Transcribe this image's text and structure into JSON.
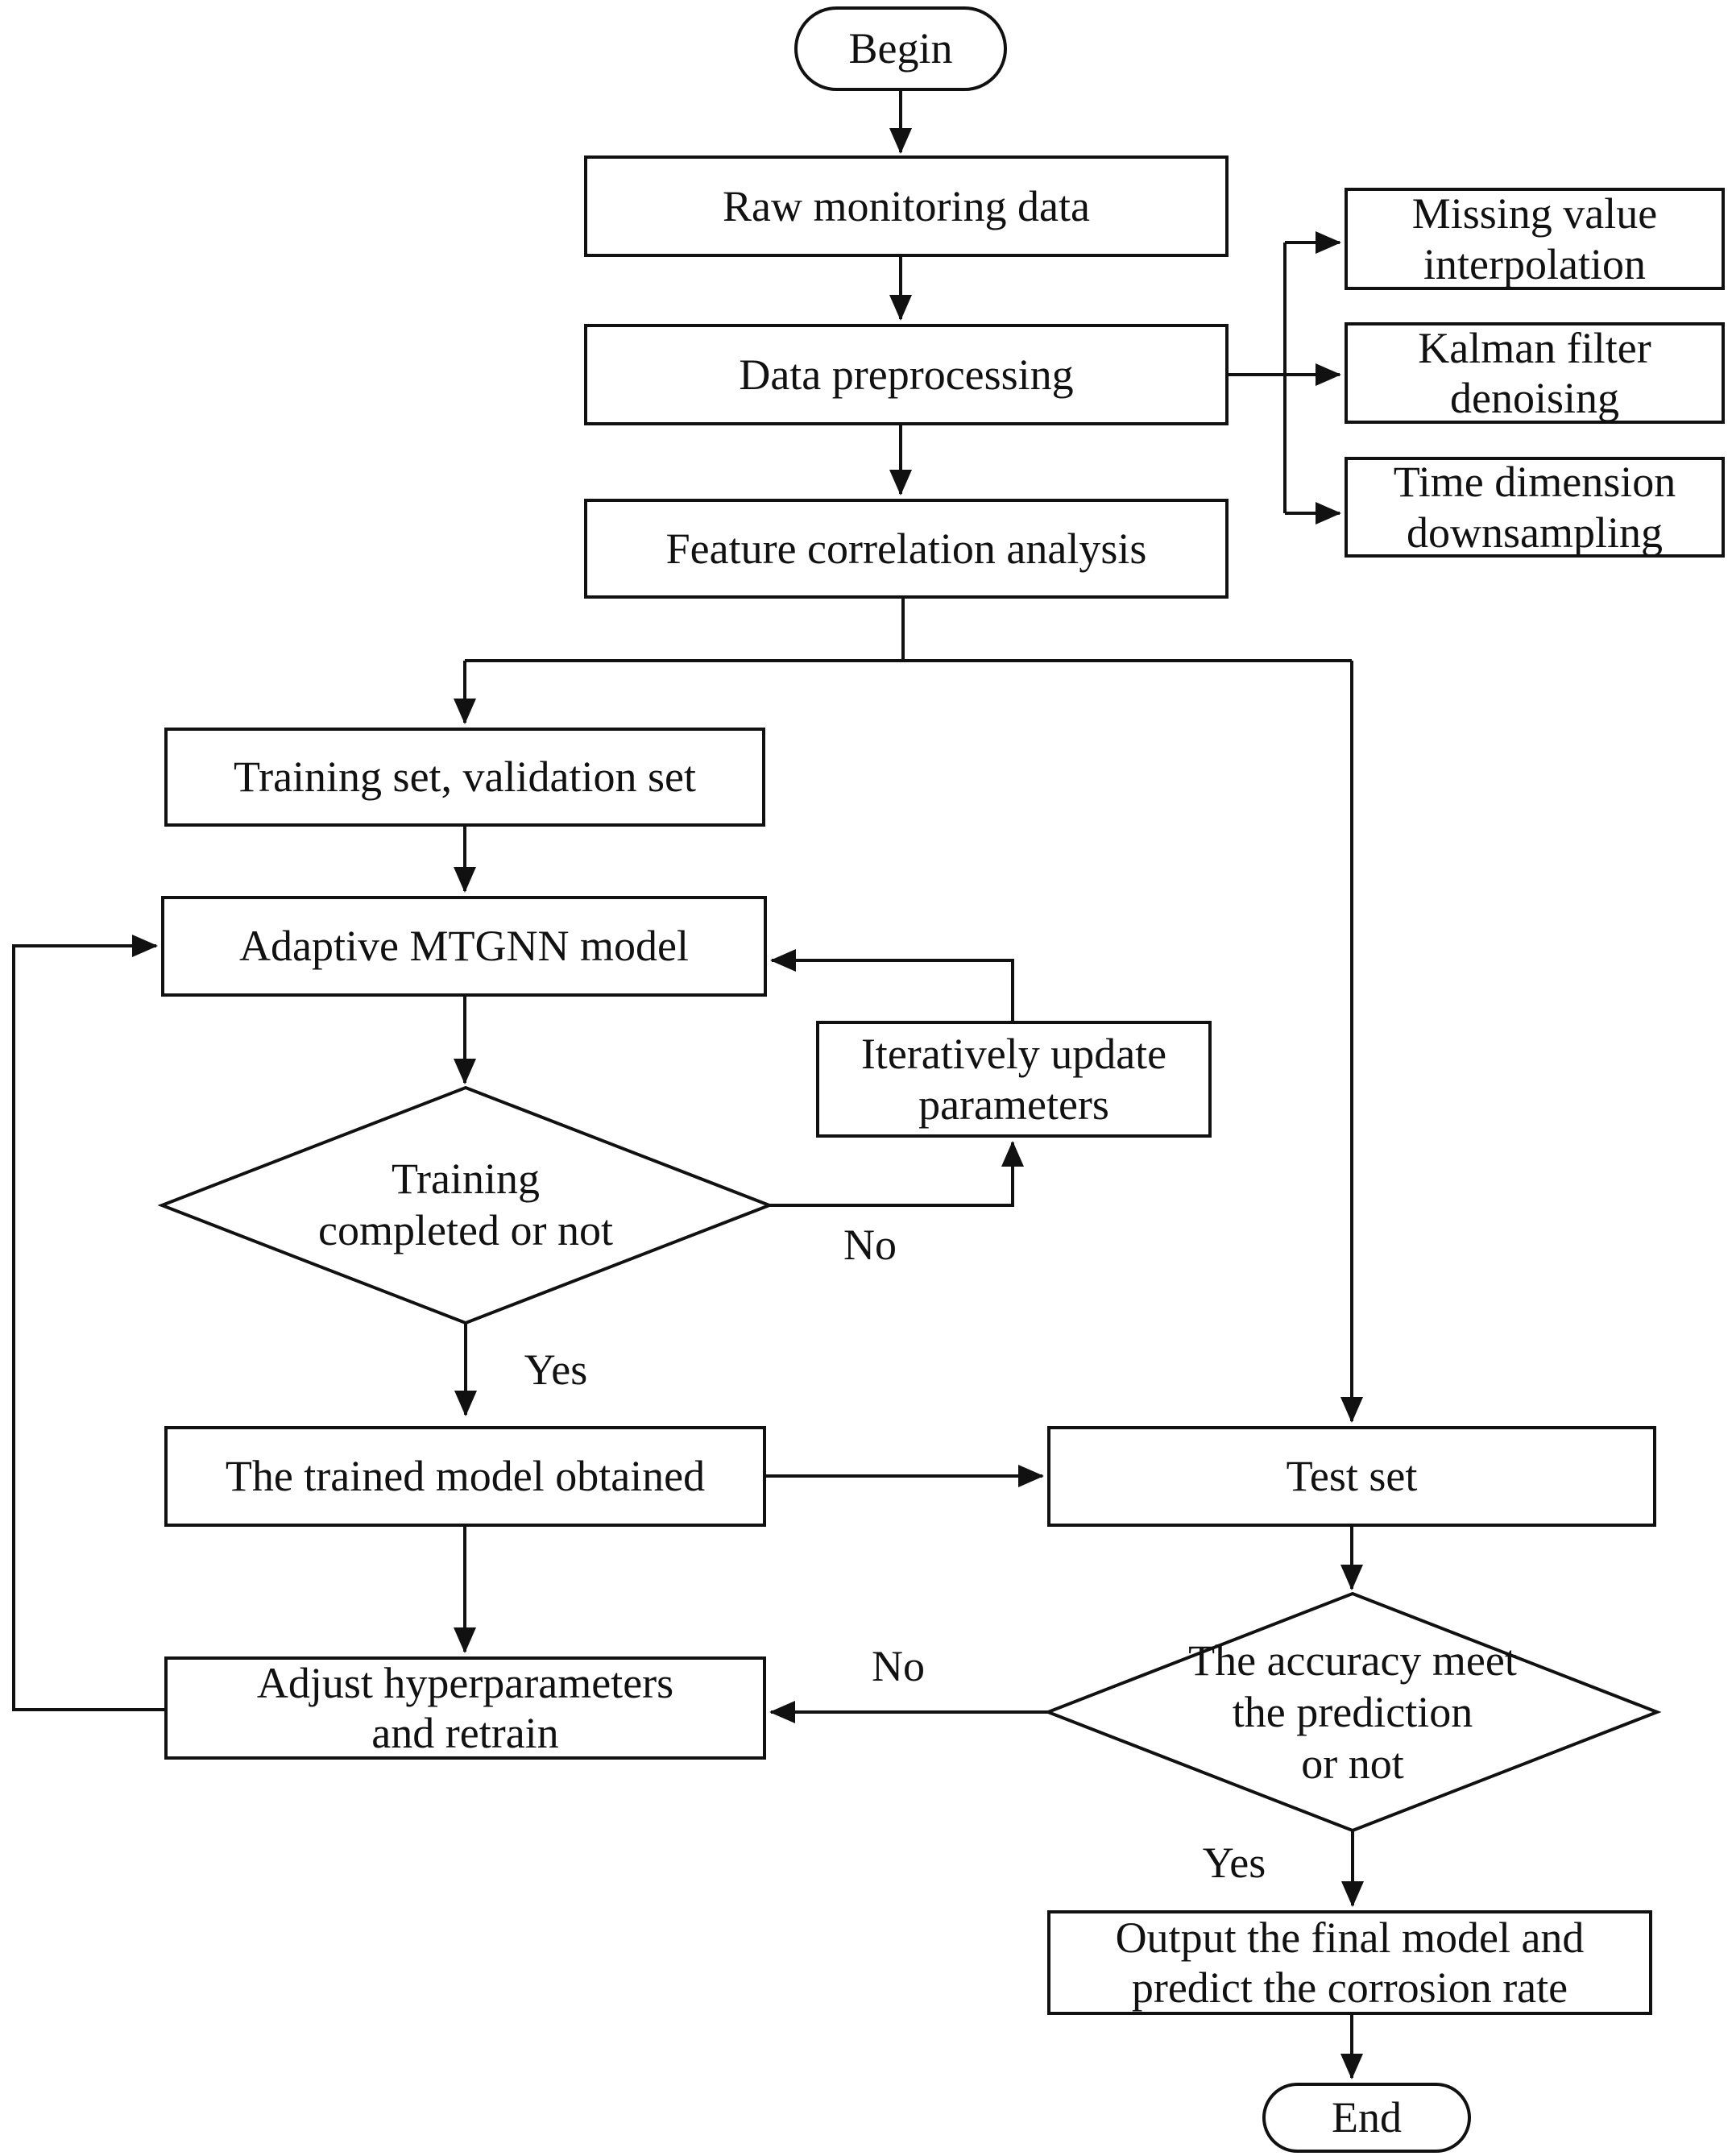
{
  "diagram": {
    "background_color": "#ffffff",
    "line_color": "#111111",
    "nodes": {
      "begin": {
        "type": "terminator",
        "label": "Begin"
      },
      "raw": {
        "type": "process",
        "label": "Raw monitoring data"
      },
      "preprocess": {
        "type": "process",
        "label": "Data preprocessing"
      },
      "missing": {
        "type": "process",
        "label": "Missing value\ninterpolation"
      },
      "kalman": {
        "type": "process",
        "label": "Kalman filter\ndenoising"
      },
      "timedim": {
        "type": "process",
        "label": "Time dimension\ndownsampling"
      },
      "feature": {
        "type": "process",
        "label": "Feature correlation analysis"
      },
      "training_set": {
        "type": "process",
        "label": "Training set, validation set"
      },
      "adaptive": {
        "type": "process",
        "label": "Adaptive MTGNN model"
      },
      "iterative": {
        "type": "process",
        "label": "Iteratively update\nparameters"
      },
      "decision_training": {
        "type": "decision",
        "label": "Training\ncompleted or not"
      },
      "trained": {
        "type": "process",
        "label": "The trained model obtained"
      },
      "test_set": {
        "type": "process",
        "label": "Test set"
      },
      "adjust": {
        "type": "process",
        "label": "Adjust hyperparameters\nand retrain"
      },
      "decision_accuracy": {
        "type": "decision",
        "label": "The accuracy meet\nthe prediction\nor not"
      },
      "output": {
        "type": "process",
        "label": "Output the final model and\npredict the corrosion rate"
      },
      "end": {
        "type": "terminator",
        "label": "End"
      }
    },
    "edge_labels": {
      "training_no": "No",
      "training_yes": "Yes",
      "accuracy_no": "No",
      "accuracy_yes": "Yes"
    }
  }
}
